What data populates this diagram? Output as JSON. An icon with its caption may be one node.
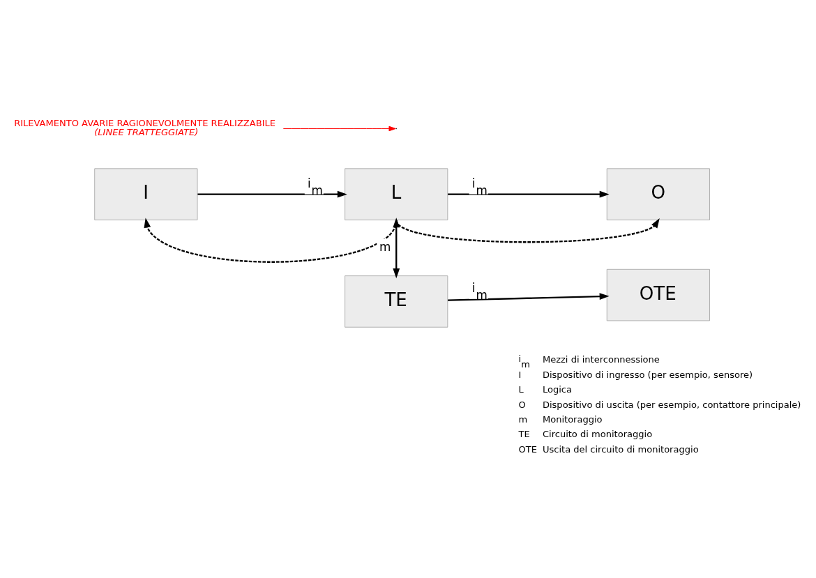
{
  "diagram": {
    "nodes": [
      {
        "text": [
          "I"
        ]
      },
      {
        "text": [
          "L"
        ]
      },
      {
        "text": [
          "O"
        ]
      },
      {
        "text": [
          "TE"
        ]
      },
      {
        "text": [
          "OTE"
        ]
      },
      {
        "text": [
          "RILEVAMENTO AVARIE RAGIONEVOLMENTE REALIZZABILE",
          "(LINEE TRATTEGGIATE)"
        ]
      }
    ],
    "edges": [
      {
        "from": 0,
        "to": 1,
        "arrow": "to",
        "label": "i$_{m}$"
      },
      {
        "from": 1,
        "to": 2,
        "arrow": "to",
        "label": "i$_{m}$"
      },
      {
        "from": 1,
        "to": 3,
        "arrow": "both",
        "label": "m"
      },
      {
        "from": 3,
        "to": 4,
        "arrow": "to",
        "label": "i$_{m}$"
      },
      {
        "from": 1,
        "to": 0,
        "arrow": "to",
        "style": "dashed"
      },
      {
        "from": 1,
        "to": 2,
        "arrow": "to",
        "style": "dashed"
      },
      {
        "from": 5,
        "to": null,
        "arrow": "to",
        "color": "#ff0000"
      }
    ],
    "labels": [
      "i$_{m}$",
      "Mezzi di interconnessione",
      "I",
      "Dispositivo di ingresso (per esempio, sensore)",
      "L",
      "Logica",
      "O",
      "Dispositivo di uscita (per esempio, contattore principale)",
      "m",
      "Monitoraggio",
      "TE",
      "Circuito di monitoraggio",
      "OTE",
      "Uscita del circuito di monitoraggio"
    ]
  }
}
